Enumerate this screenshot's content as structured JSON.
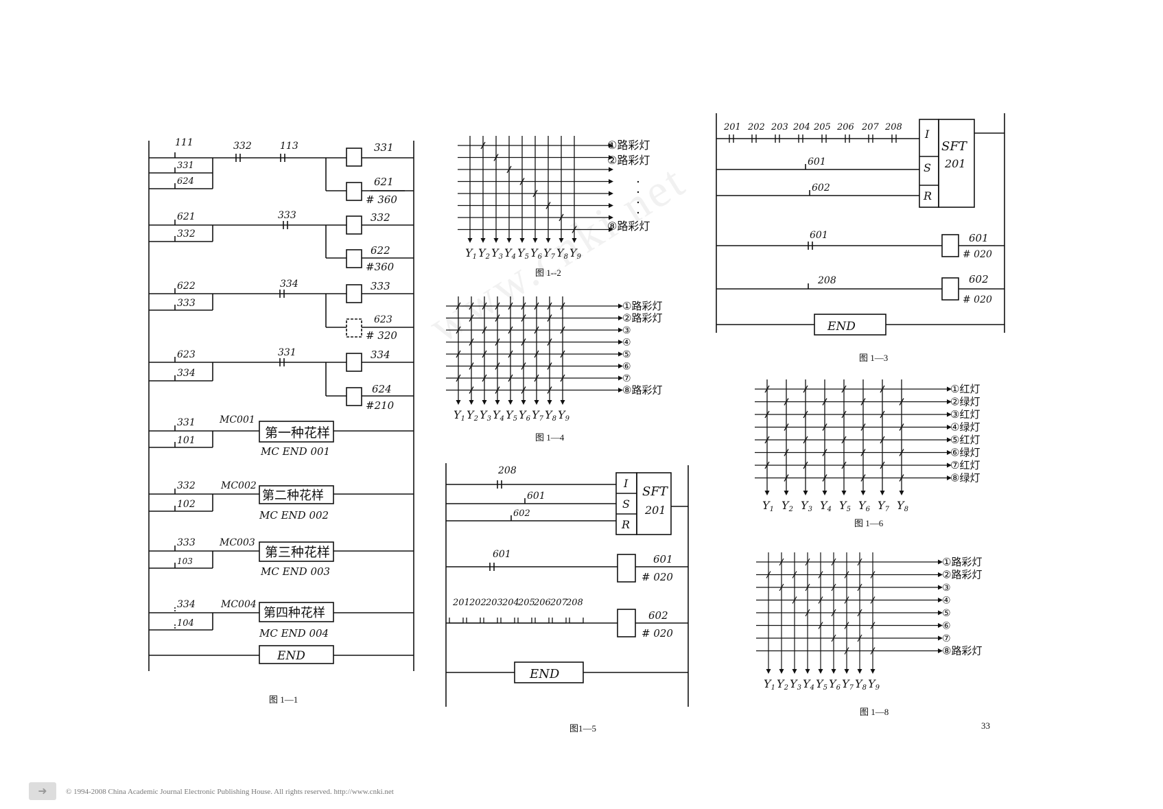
{
  "fig1_1": {
    "caption": "图 1—1",
    "rungs": [
      {
        "contacts": [
          "111",
          "331",
          "624"
        ],
        "series": [
          "332",
          "113"
        ],
        "coils": [
          "331",
          "621"
        ],
        "timer": "# 360"
      },
      {
        "contacts": [
          "621",
          "332"
        ],
        "series": [
          "333"
        ],
        "coils": [
          "332",
          "622"
        ],
        "timer": "#360"
      },
      {
        "contacts": [
          "622",
          "333"
        ],
        "series": [
          "334"
        ],
        "coils": [
          "333",
          "623"
        ],
        "timer": "# 320"
      },
      {
        "contacts": [
          "623",
          "334"
        ],
        "series": [
          "331"
        ],
        "coils": [
          "334",
          "624"
        ],
        "timer": "#210"
      }
    ],
    "mc": [
      {
        "a": "331",
        "b": "101",
        "mc": "MC001",
        "box": "第一种花样",
        "end": "MC END 001"
      },
      {
        "a": "332",
        "b": "102",
        "mc": "MC002",
        "box": "第二种花样",
        "end": "MC END 002"
      },
      {
        "a": "333",
        "b": "103",
        "mc": "MC003",
        "box": "第三种花样",
        "end": "MC END 003"
      },
      {
        "a": "334",
        "b": "104",
        "mc": "MC004",
        "box": "第四种花样",
        "end": "MC END 004"
      }
    ],
    "end_label": "END"
  },
  "fig1_2": {
    "caption": "图 1--2",
    "rows": [
      "①路彩灯",
      "②路彩灯",
      "⑧路彩灯"
    ],
    "cols": [
      "Y1",
      "Y2",
      "Y3",
      "Y4",
      "Y5",
      "Y6",
      "Y7",
      "Y8",
      "Y9"
    ]
  },
  "fig1_4": {
    "caption": "图 1—4",
    "rows": [
      "①路彩灯",
      "②路彩灯",
      "③",
      "④",
      "⑤",
      "⑥",
      "⑦",
      "⑧路彩灯"
    ],
    "cols": [
      "Y1",
      "Y2",
      "Y3",
      "Y4",
      "Y5",
      "Y6",
      "Y7",
      "Y8",
      "Y9"
    ]
  },
  "fig1_5": {
    "caption": "图1—5",
    "contacts": [
      "208",
      "601",
      "602",
      "601"
    ],
    "sft": [
      "I",
      "S",
      "R",
      "SFT",
      "201"
    ],
    "coil601": [
      "601",
      "# 020"
    ],
    "series": [
      "201",
      "202",
      "203",
      "204",
      "205",
      "206",
      "207",
      "208"
    ],
    "coil602": [
      "602",
      "# 020"
    ],
    "end_label": "END"
  },
  "fig1_3": {
    "caption": "图 1—3",
    "series": [
      "201",
      "202",
      "203",
      "204",
      "205",
      "206",
      "207",
      "208"
    ],
    "contacts": [
      "601",
      "602",
      "601",
      "208"
    ],
    "sft": [
      "I",
      "S",
      "R",
      "SFT",
      "201"
    ],
    "coil601": [
      "601",
      "# 020"
    ],
    "coil602": [
      "602",
      "# 020"
    ],
    "end_label": "END"
  },
  "fig1_6": {
    "caption": "图 1—6",
    "rows": [
      "①红灯",
      "②绿灯",
      "③红灯",
      "④绿灯",
      "⑤红灯",
      "⑥绿灯",
      "⑦红灯",
      "⑧绿灯"
    ],
    "cols": [
      "Y1",
      "Y2",
      "Y3",
      "Y4",
      "Y5",
      "Y6",
      "Y7",
      "Y8"
    ]
  },
  "fig1_8": {
    "caption": "图 1—8",
    "rows": [
      "①路彩灯",
      "②路彩灯",
      "③",
      "④",
      "⑤",
      "⑥",
      "⑦",
      "⑧路彩灯"
    ],
    "cols": [
      "Y1",
      "Y2",
      "Y3",
      "Y4",
      "Y5",
      "Y6",
      "Y7",
      "Y8",
      "Y9"
    ]
  },
  "page_number": "33",
  "footer": "© 1994-2008 China Academic Journal Electronic Publishing House. All rights reserved.    http://www.cnki.net",
  "watermark": "www.cnki.net"
}
